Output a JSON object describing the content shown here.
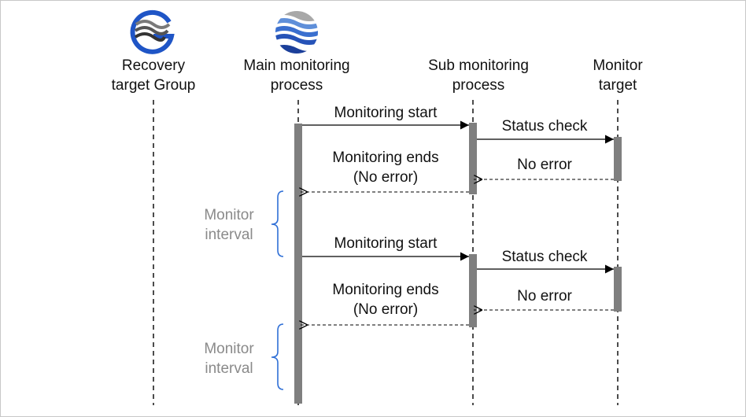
{
  "colors": {
    "lifeline": "#000000",
    "activation": "#7f7f7f",
    "arrow": "#000000",
    "brace": "#2f6fd6",
    "interval_text": "#8a8a8a",
    "logo_blue": "#1f55c6",
    "logo_gray": "#9a9a9a"
  },
  "participants": {
    "recovery": {
      "line1": "Recovery",
      "line2": "target Group",
      "icon": "recovery-group-logo-icon"
    },
    "main": {
      "line1": "Main monitoring",
      "line2": "process",
      "icon": "monitoring-process-globe-icon"
    },
    "sub": {
      "line1": "Sub monitoring",
      "line2": "process"
    },
    "target": {
      "line1": "Monitor",
      "line2": "target"
    }
  },
  "cycles": [
    {
      "start_label": "Monitoring start",
      "check_label": "Status check",
      "result_label": "No error",
      "end_line1": "Monitoring ends",
      "end_line2": "(No error)",
      "interval_line1": "Monitor",
      "interval_line2": "interval"
    },
    {
      "start_label": "Monitoring start",
      "check_label": "Status check",
      "result_label": "No error",
      "end_line1": "Monitoring ends",
      "end_line2": "(No error)",
      "interval_line1": "Monitor",
      "interval_line2": "interval"
    }
  ]
}
